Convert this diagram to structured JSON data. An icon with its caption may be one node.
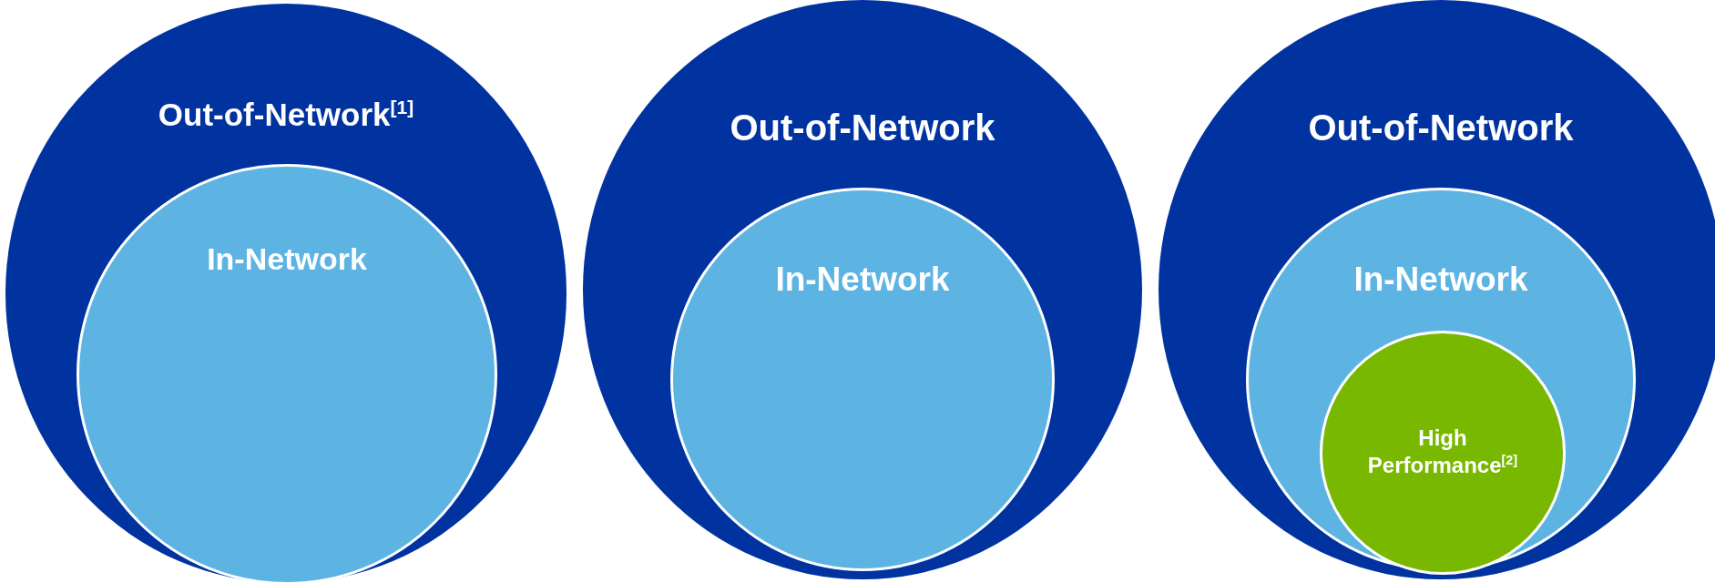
{
  "diagram": {
    "nodes": [
      {
        "text": [
          "Out-of-Network$^{[1]}$"
        ]
      },
      {
        "text": [
          "In-Network"
        ],
        "in": 0
      },
      {
        "text": [
          "Out-of-Network"
        ]
      },
      {
        "text": [
          "In-Network"
        ],
        "in": 2
      },
      {
        "text": [
          "Out-of-Network"
        ]
      },
      {
        "text": [
          "In-Network"
        ],
        "in": 4
      },
      {
        "text": [
          "High Performance$^{[2]}$"
        ],
        "in": 5
      }
    ]
  }
}
